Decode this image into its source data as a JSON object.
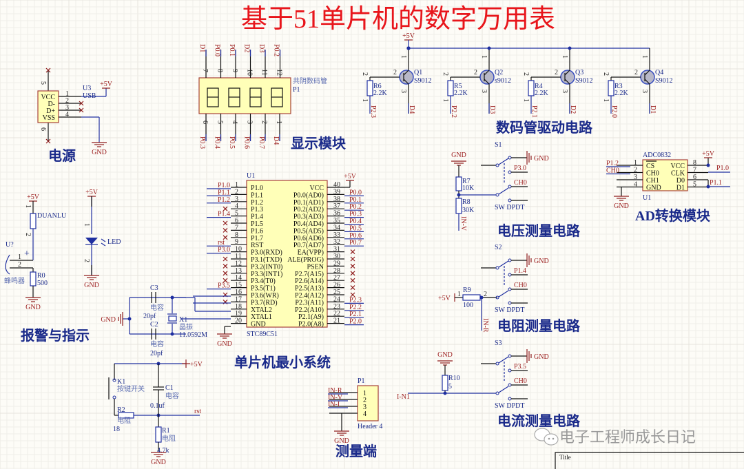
{
  "title": "基于51单片机的数字万用表",
  "sections": {
    "power": "电源",
    "display": "显示模块",
    "driver": "数码管驱动电路",
    "alarm": "报警与指示",
    "mcu": "单片机最小系统",
    "voltage": "电压测量电路",
    "resistance": "电阻测量电路",
    "current": "电流测量电路",
    "adc": "AD转换模块",
    "measure": "测量端"
  },
  "power_block": {
    "ref": "U3",
    "name": "USB",
    "pins": [
      "VCC",
      "D-",
      "D+",
      "VSS"
    ],
    "pin_nums": [
      "1",
      "2",
      "3",
      "4"
    ],
    "shell_pins": [
      "5",
      "6"
    ],
    "vcc_net": "+5V",
    "gnd_net": "GND"
  },
  "display_block": {
    "ref": "P1",
    "name": "共阴数码管",
    "top_nets": [
      "D1",
      "P0.0",
      "P0.1",
      "D2",
      "D3",
      "P0.2"
    ],
    "top_pins": [
      "7",
      "8",
      "9",
      "10",
      "11",
      "12"
    ],
    "bottom_nets": [
      "P0.3",
      "P0.4",
      "P0.5",
      "P0.6",
      "P0.7",
      "D4"
    ],
    "bottom_pins": [
      "6",
      "5",
      "4",
      "3",
      "2",
      "1"
    ]
  },
  "driver_block": {
    "supply": "+5V",
    "transistors": [
      {
        "ref": "Q1",
        "part": "S9012",
        "res_ref": "R6",
        "res_val": "2.2K",
        "in_net": "P2.3",
        "out_net": "D4"
      },
      {
        "ref": "Q2",
        "part": "s9012",
        "res_ref": "R5",
        "res_val": "2.2K",
        "in_net": "P2.2",
        "out_net": "D3"
      },
      {
        "ref": "Q3",
        "part": "S9012",
        "res_ref": "R4",
        "res_val": "2.2K",
        "in_net": "P2.1",
        "out_net": "D2"
      },
      {
        "ref": "Q4",
        "part": "S9012",
        "res_ref": "R3",
        "res_val": "2.2K",
        "in_net": "P2.0",
        "out_net": "D1"
      }
    ],
    "pin_labels": [
      "1",
      "2",
      "3"
    ]
  },
  "alarm_block": {
    "buzzer_ref": "U?",
    "buzzer_name": "蜂鸣器",
    "res_top": "DUANLU",
    "res_bottom_ref": "R0",
    "res_bottom_val": "500",
    "led_name": "LED",
    "vcc": "+5V",
    "gnd": "GND",
    "plus": "+"
  },
  "mcu_block": {
    "ref": "U1",
    "part": "STC89C51",
    "left_pins": [
      {
        "num": "1",
        "name": "P1.0",
        "net": "P1.0"
      },
      {
        "num": "2",
        "name": "P1.1",
        "net": "P1.1"
      },
      {
        "num": "3",
        "name": "P1.2",
        "net": "P1.2"
      },
      {
        "num": "4",
        "name": "P1.3",
        "net": ""
      },
      {
        "num": "5",
        "name": "P1.4",
        "net": "P1.4"
      },
      {
        "num": "6",
        "name": "P1.5",
        "net": ""
      },
      {
        "num": "7",
        "name": "P1.6",
        "net": ""
      },
      {
        "num": "8",
        "name": "P1.7",
        "net": ""
      },
      {
        "num": "9",
        "name": "RST",
        "net": "rst"
      },
      {
        "num": "10",
        "name": "P3.0(RXD)",
        "net": "P3.0"
      },
      {
        "num": "11",
        "name": "P3.1(TXD)",
        "net": ""
      },
      {
        "num": "12",
        "name": "P3.2(INT0)",
        "net": ""
      },
      {
        "num": "13",
        "name": "P3.3(INT1)",
        "net": ""
      },
      {
        "num": "14",
        "name": "P3.4(T0)",
        "net": ""
      },
      {
        "num": "15",
        "name": "P3.5(T1)",
        "net": "P3.5"
      },
      {
        "num": "16",
        "name": "P3.6(WR)",
        "net": ""
      },
      {
        "num": "17",
        "name": "P3.7(RD)",
        "net": ""
      },
      {
        "num": "18",
        "name": "XTAL2",
        "net": ""
      },
      {
        "num": "19",
        "name": "XTAL1",
        "net": ""
      },
      {
        "num": "20",
        "name": "GND",
        "net": ""
      }
    ],
    "right_pins": [
      {
        "num": "40",
        "name": "VCC",
        "net": "+5V"
      },
      {
        "num": "39",
        "name": "P0.0(AD0)",
        "net": "P0.0"
      },
      {
        "num": "38",
        "name": "P0.1(AD1)",
        "net": "P0.1"
      },
      {
        "num": "37",
        "name": "P0.2(AD2)",
        "net": "P0.2"
      },
      {
        "num": "36",
        "name": "P0.3(AD3)",
        "net": "P0.3"
      },
      {
        "num": "35",
        "name": "P0.4(AD4)",
        "net": "P0.4"
      },
      {
        "num": "34",
        "name": "P0.5(AD5)",
        "net": "P0.5"
      },
      {
        "num": "33",
        "name": "P0.6(AD6)",
        "net": "P0.6"
      },
      {
        "num": "32",
        "name": "P0.7(AD7)",
        "net": "P0.7"
      },
      {
        "num": "31",
        "name": "EA(VPP)",
        "net": ""
      },
      {
        "num": "30",
        "name": "ALE(PROG)",
        "net": ""
      },
      {
        "num": "29",
        "name": "PSEN",
        "net": ""
      },
      {
        "num": "28",
        "name": "P2.7(A15)",
        "net": ""
      },
      {
        "num": "27",
        "name": "P2.6(A14)",
        "net": ""
      },
      {
        "num": "26",
        "name": "P2.5(A13)",
        "net": ""
      },
      {
        "num": "25",
        "name": "P2.4(A12)",
        "net": ""
      },
      {
        "num": "24",
        "name": "P2.3(A11)",
        "net": "P2.3"
      },
      {
        "num": "23",
        "name": "P2.2(A10)",
        "net": "P2.2"
      },
      {
        "num": "22",
        "name": "P2.1(A9)",
        "net": "P2.1"
      },
      {
        "num": "21",
        "name": "P2.0(A8)",
        "net": "P2.0"
      }
    ],
    "gnd": "GND"
  },
  "crystal_block": {
    "c3_ref": "C3",
    "c3_name": "电容",
    "c3_val": "20pf",
    "c2_ref": "C2",
    "c2_name": "电容",
    "c2_val": "20pf",
    "x_ref": "X1",
    "x_name": "晶振",
    "x_val": "11.0592M",
    "gnd": "GND"
  },
  "reset_block": {
    "k_ref": "K1",
    "k_name": "按键开关",
    "c_ref": "C1",
    "c_name": "电容",
    "c_val": "0.1uf",
    "r2_ref": "R2",
    "r2_name": "电阻",
    "r2_val": "18",
    "r1_ref": "R1",
    "r1_name": "电阻",
    "r1_val": "4.7k",
    "vcc": "+5V",
    "rst": "rst",
    "gnd": "GND"
  },
  "voltage_block": {
    "sw_ref": "S1",
    "sw_part": "SW DPDT",
    "r7_ref": "R7",
    "r7_val": "10K",
    "r8_ref": "R8",
    "r8_val": "30K",
    "nets": [
      "GND",
      "P3.0",
      "CH0"
    ],
    "in_net": "IN-V",
    "gnd": "GND"
  },
  "resistance_block": {
    "sw_ref": "S2",
    "sw_part": "SW DPDT",
    "r9_ref": "R9",
    "r9_val": "100",
    "nets": [
      "GND",
      "P1.4",
      "CH0"
    ],
    "in_net": "IN-R",
    "vcc": "+5V"
  },
  "current_block": {
    "sw_ref": "S3",
    "sw_part": "SW DPDT",
    "r10_ref": "R10",
    "r10_val": "5",
    "nets": [
      "GND",
      "P3.5",
      "CH0"
    ],
    "in_net": "I-N1",
    "gnd": "GND"
  },
  "adc_block": {
    "part": "ADC0832",
    "ref": "U1",
    "left_pins": [
      {
        "num": "1",
        "name": "CS",
        "net": "P1.2"
      },
      {
        "num": "2",
        "name": "CH0",
        "net": "CH0"
      },
      {
        "num": "3",
        "name": "CH1",
        "net": ""
      },
      {
        "num": "4",
        "name": "GND",
        "net": ""
      }
    ],
    "right_pins": [
      {
        "num": "8",
        "name": "VCC",
        "net": "+5V"
      },
      {
        "num": "7",
        "name": "CLK",
        "net": "P1.0"
      },
      {
        "num": "6",
        "name": "D0",
        "net": ""
      },
      {
        "num": "5",
        "name": "D1",
        "net": "P1.1"
      }
    ],
    "gnd": "GND"
  },
  "measure_block": {
    "ref": "P1",
    "part": "Header 4",
    "nets": [
      "IN-R",
      "IN-V",
      "IN-I",
      ""
    ],
    "pins": [
      "1",
      "2",
      "3",
      "4"
    ],
    "gnd": "GND"
  },
  "title_block": {
    "label": "Title"
  },
  "watermark": "电子工程师成长日记"
}
